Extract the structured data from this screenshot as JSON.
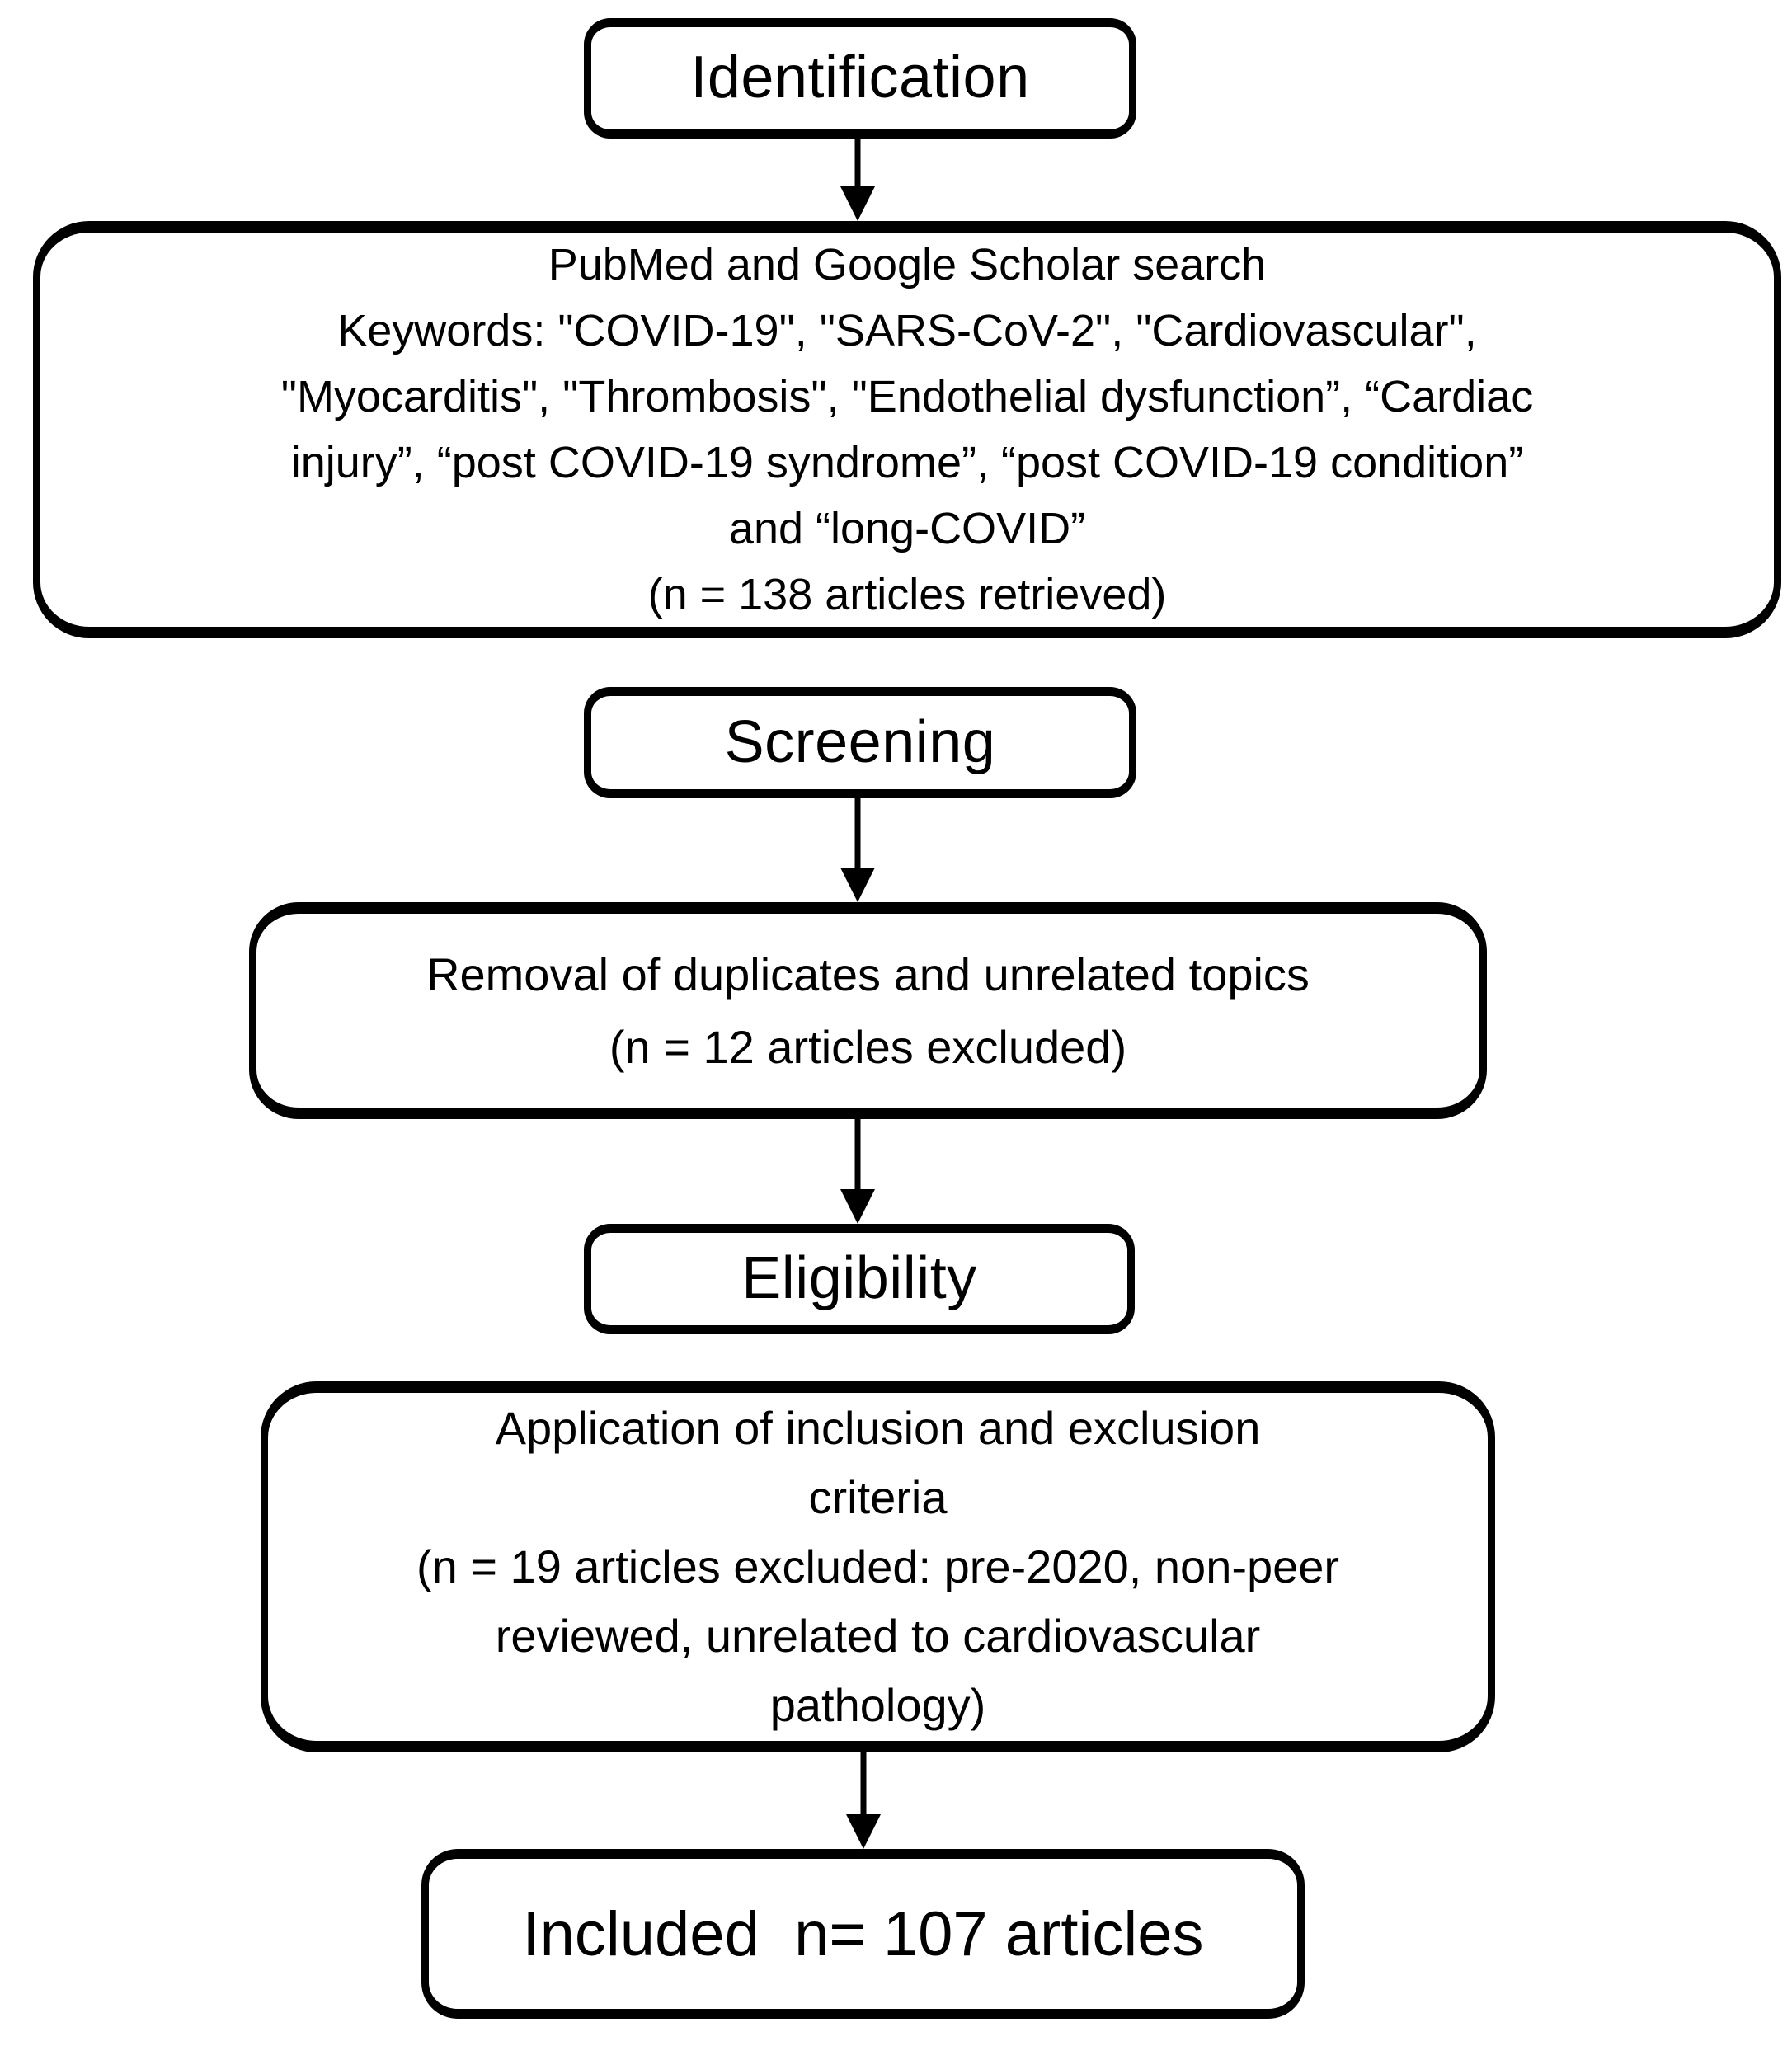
{
  "colors": {
    "ink": "#000000",
    "paper": "#ffffff"
  },
  "flowchart": {
    "identification_label": "Identification",
    "search_box": {
      "lines": [
        "PubMed and Google Scholar search",
        "Keywords: \"COVID-19\", \"SARS-CoV-2\", \"Cardiovascular\",",
        "\"Myocarditis\", \"Thrombosis\", \"Endothelial dysfunction”, “Cardiac",
        "injury”, “post COVID-19 syndrome”, “post COVID-19 condition”",
        "and “long-COVID”",
        "(n = 138 articles retrieved)"
      ]
    },
    "screening_label": "Screening",
    "removal_box": {
      "lines": [
        "Removal of duplicates and unrelated topics",
        "(n = 12 articles excluded)"
      ]
    },
    "eligibility_label": "Eligibility",
    "application_box": {
      "lines": [
        "Application of inclusion and exclusion",
        "criteria",
        "(n = 19 articles excluded: pre-2020, non-peer",
        "reviewed, unrelated to cardiovascular",
        "pathology)"
      ]
    },
    "included_box": {
      "text": "Included  n= 107 articles"
    }
  }
}
